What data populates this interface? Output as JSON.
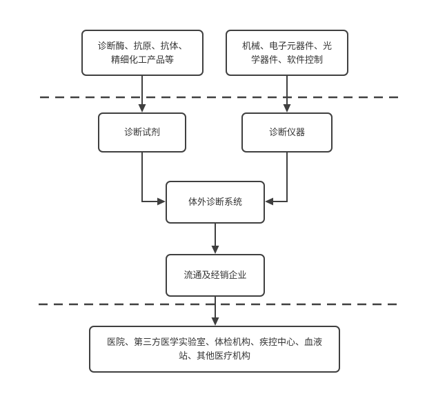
{
  "diagram": {
    "title": "",
    "colors": {
      "line": "#3f3f3f",
      "text": "#333333",
      "background": "#ffffff"
    },
    "nodes": {
      "raw_reagents": {
        "lines": [
          "诊断酶、抗原、抗体、",
          "精细化工产品等"
        ],
        "label": "诊断酶、抗原、抗体、精细化工产品等"
      },
      "raw_instruments": {
        "lines": [
          "机械、电子元器件、光",
          "学器件、软件控制"
        ],
        "label": "机械、电子元器件、光学器件、软件控制"
      },
      "reagents": {
        "label": "诊断试剂"
      },
      "instruments": {
        "label": "诊断仪器"
      },
      "ivd_system": {
        "label": "体外诊断系统"
      },
      "distribution": {
        "label": "流通及经销企业"
      },
      "end_users": {
        "lines": [
          "医院、第三方医学实验室、体检机构、疾控中心、血液",
          "站、其他医疗机构"
        ],
        "label": "医院、第三方医学实验室、体检机构、疾控中心、血液站、其他医疗机构"
      }
    }
  }
}
